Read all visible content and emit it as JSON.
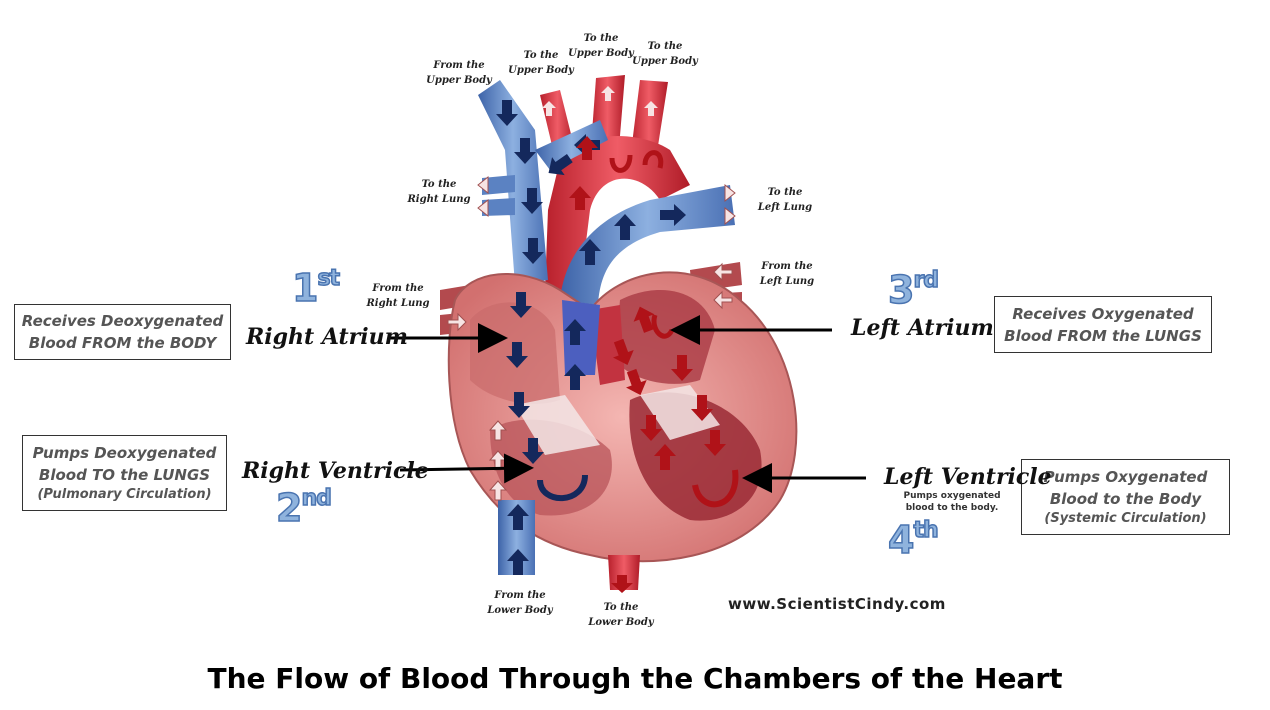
{
  "title": "The Flow of Blood Through the Chambers of the Heart",
  "credit": "www.ScientistCindy.com",
  "chambers": {
    "right_atrium": {
      "label": "Right Atrium",
      "order": "1",
      "suffix": "st"
    },
    "right_ventricle": {
      "label": "Right Ventricle",
      "order": "2",
      "suffix": "nd"
    },
    "left_atrium": {
      "label": "Left Atrium",
      "order": "3",
      "suffix": "rd"
    },
    "left_ventricle": {
      "label": "Left Ventricle",
      "order": "4",
      "suffix": "th",
      "note": [
        "Pumps oxygenated",
        "blood to the body."
      ]
    }
  },
  "boxes": {
    "receives_deoxygenated": [
      "Receives Deoxygenated",
      "Blood FROM the BODY"
    ],
    "pumps_deoxygenated": [
      "Pumps Deoxygenated",
      "Blood TO the LUNGS",
      "(Pulmonary Circulation)"
    ],
    "receives_oxygenated": [
      "Receives Oxygenated",
      "Blood FROM the LUNGS"
    ],
    "pumps_oxygenated": [
      "Pumps Oxygenated",
      "Blood to the Body",
      "(Systemic Circulation)"
    ]
  },
  "vessel_labels": {
    "from_upper_body": [
      "From the",
      "Upper Body"
    ],
    "to_upper_body_1": [
      "To the",
      "Upper Body"
    ],
    "to_upper_body_2": [
      "To the",
      "Upper Body"
    ],
    "to_upper_body_3": [
      "To the",
      "Upper Body"
    ],
    "to_right_lung": [
      "To the",
      "Right Lung"
    ],
    "to_left_lung": [
      "To the",
      "Left Lung"
    ],
    "from_right_lung": [
      "From the",
      "Right Lung"
    ],
    "from_left_lung": [
      "From the",
      "Left Lung"
    ],
    "from_lower_body": [
      "From the",
      "Lower Body"
    ],
    "to_lower_body": [
      "To the",
      "Lower Body"
    ]
  },
  "colors": {
    "deoxygenated": "#5b82c2",
    "oxygenated": "#d6313d",
    "muscle": "#e79593",
    "arrow_dark": "#14285c",
    "arrow_red": "#b01218"
  }
}
